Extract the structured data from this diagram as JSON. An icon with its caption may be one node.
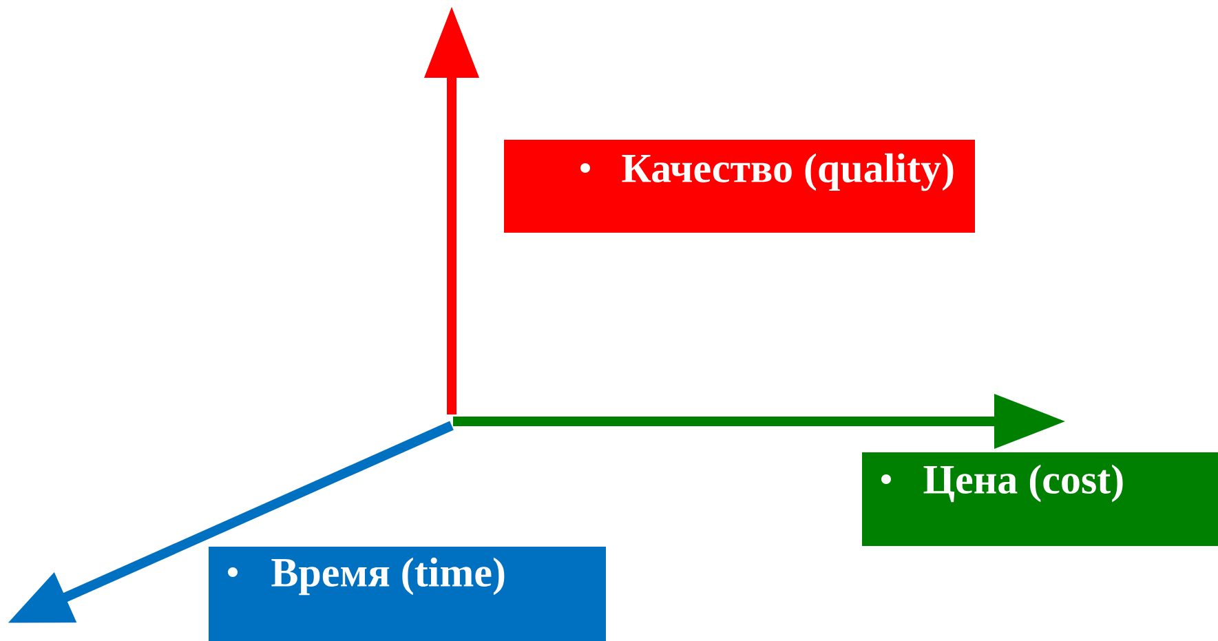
{
  "diagram": {
    "nodes": [
      {
        "text": [
          "Качество (quality)"
        ]
      },
      {
        "text": [
          "Цена (cost)"
        ]
      },
      {
        "text": [
          "Время (time)"
        ]
      }
    ],
    "edges": []
  }
}
